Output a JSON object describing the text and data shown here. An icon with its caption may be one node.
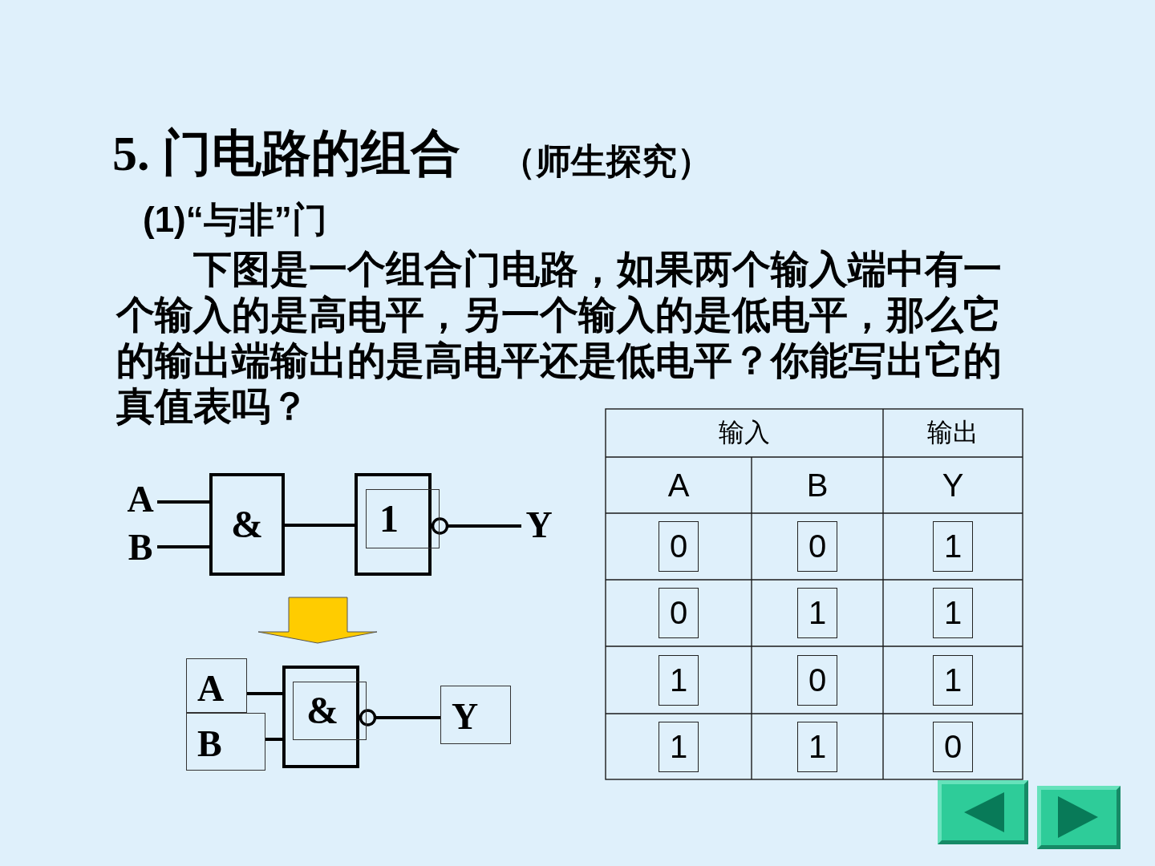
{
  "diagram": {
    "title": "5. 门电路的组合",
    "nodes": [
      {
        "text": [
          "A"
        ]
      },
      {
        "text": [
          "B"
        ]
      },
      {
        "text": [
          "&"
        ]
      },
      {
        "text": [
          "1"
        ]
      },
      {
        "text": [
          "Y"
        ]
      },
      {
        "text": [
          "A"
        ]
      },
      {
        "text": [
          "B"
        ]
      },
      {
        "text": [
          "&"
        ]
      },
      {
        "text": [
          "Y"
        ]
      }
    ],
    "edges": [
      {
        "from": 0,
        "to": 2,
        "arrow": "none"
      },
      {
        "from": 1,
        "to": 2,
        "arrow": "none"
      },
      {
        "from": 2,
        "to": 3,
        "arrow": "none"
      },
      {
        "from": 3,
        "to": 4,
        "arrow": "other"
      },
      {
        "from": 5,
        "to": 7,
        "arrow": "none"
      },
      {
        "from": 6,
        "to": 7,
        "arrow": "none"
      },
      {
        "from": 7,
        "to": 8,
        "arrow": "other"
      }
    ],
    "labels": [
      "（师生探究）",
      "(1)“与非”门",
      "下图是一个组合门电路，如果两个输入端中有一个输入的是高电平，另一个输入的是低电平，那么它的输出端输出的是高电平还是低电平？你能写出它的真值表吗？",
      "输入",
      "输出",
      "A",
      "B",
      "Y",
      "0",
      "0",
      "1",
      "0",
      "1",
      "1",
      "1",
      "0",
      "1",
      "1",
      "1",
      "0"
    ]
  }
}
